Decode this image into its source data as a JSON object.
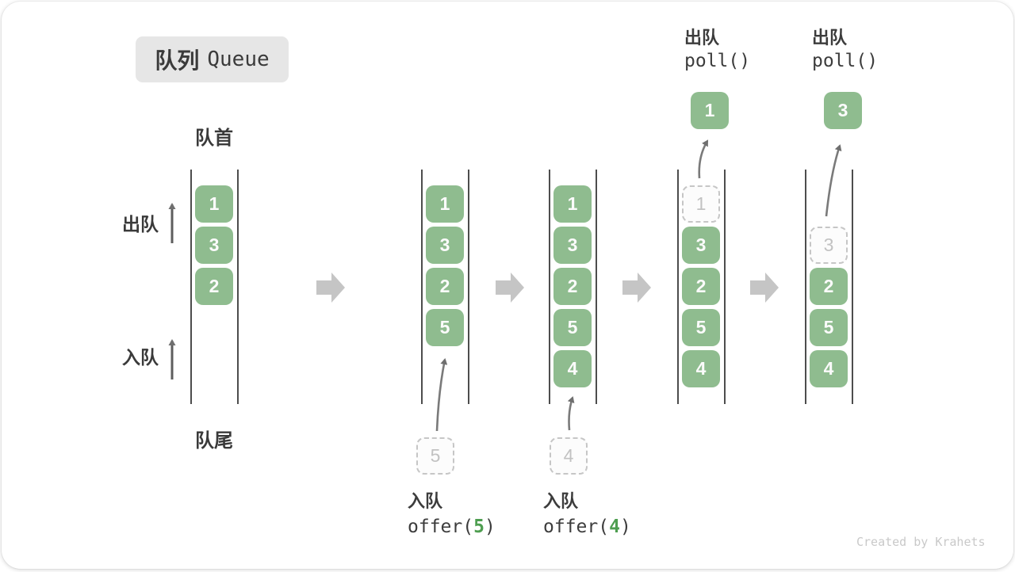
{
  "title": {
    "cn": "队列",
    "en": "Queue"
  },
  "side_labels": {
    "front": "队首",
    "rear": "队尾",
    "dequeue": "出队",
    "enqueue": "入队"
  },
  "queues": [
    {
      "slots": [
        {
          "row": 1,
          "value": "1",
          "type": "solid"
        },
        {
          "row": 2,
          "value": "3",
          "type": "solid"
        },
        {
          "row": 3,
          "value": "2",
          "type": "solid"
        }
      ]
    },
    {
      "slots": [
        {
          "row": 1,
          "value": "1",
          "type": "solid"
        },
        {
          "row": 2,
          "value": "3",
          "type": "solid"
        },
        {
          "row": 3,
          "value": "2",
          "type": "solid"
        },
        {
          "row": 4,
          "value": "5",
          "type": "solid"
        }
      ]
    },
    {
      "slots": [
        {
          "row": 1,
          "value": "1",
          "type": "solid"
        },
        {
          "row": 2,
          "value": "3",
          "type": "solid"
        },
        {
          "row": 3,
          "value": "2",
          "type": "solid"
        },
        {
          "row": 4,
          "value": "5",
          "type": "solid"
        },
        {
          "row": 5,
          "value": "4",
          "type": "solid"
        }
      ]
    },
    {
      "slots": [
        {
          "row": 1,
          "value": "1",
          "type": "dashed"
        },
        {
          "row": 2,
          "value": "3",
          "type": "solid"
        },
        {
          "row": 3,
          "value": "2",
          "type": "solid"
        },
        {
          "row": 4,
          "value": "5",
          "type": "solid"
        },
        {
          "row": 5,
          "value": "4",
          "type": "solid"
        }
      ]
    },
    {
      "slots": [
        {
          "row": 2,
          "value": "3",
          "type": "dashed"
        },
        {
          "row": 3,
          "value": "2",
          "type": "solid"
        },
        {
          "row": 4,
          "value": "5",
          "type": "solid"
        },
        {
          "row": 5,
          "value": "4",
          "type": "solid"
        }
      ]
    }
  ],
  "externals": {
    "enqueue_value_1": "5",
    "enqueue_value_2": "4",
    "poll_result_1": "1",
    "poll_result_2": "3"
  },
  "operations": {
    "poll_1": {
      "cn": "出队",
      "call": "poll()"
    },
    "poll_2": {
      "cn": "出队",
      "call": "poll()"
    },
    "offer_1": {
      "cn": "入队",
      "prefix": "offer(",
      "arg": "5",
      "suffix": ")"
    },
    "offer_2": {
      "cn": "入队",
      "prefix": "offer(",
      "arg": "4",
      "suffix": ")"
    }
  },
  "footer": {
    "credit": "Created by Krahets"
  },
  "colors": {
    "box_green": "#8fbc8f",
    "arg_green": "#4e9e50",
    "channel_line": "#4d4d4d",
    "dashed_border": "#c6c6c6",
    "block_arrow": "#c5c5c5",
    "flow_arrow": "#7a7a7a",
    "title_chip_bg": "#e6e6e6"
  }
}
